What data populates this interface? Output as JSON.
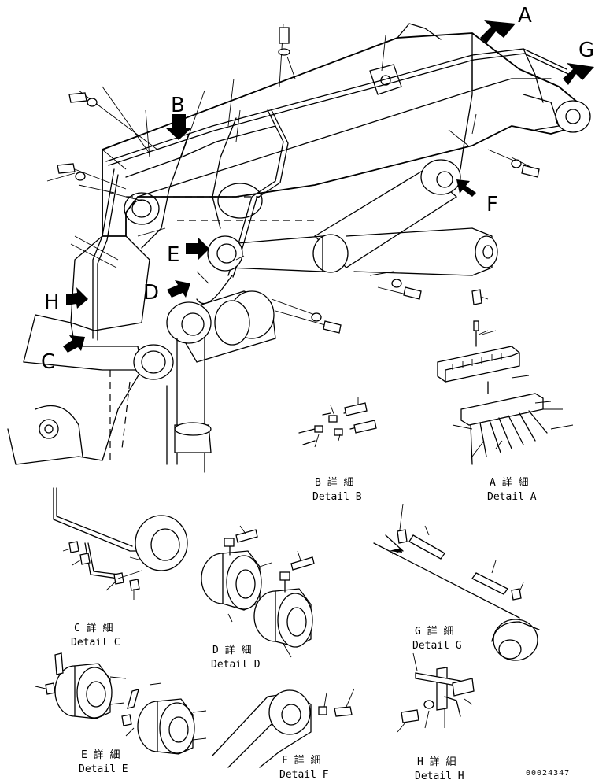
{
  "view_labels": {
    "A": "A",
    "B": "B",
    "C": "C",
    "D": "D",
    "E": "E",
    "F": "F",
    "G": "G",
    "H": "H"
  },
  "details": [
    {
      "key": "B",
      "caption_jp": "B 詳 細",
      "caption_en": "Detail B"
    },
    {
      "key": "A",
      "caption_jp": "A 詳 細",
      "caption_en": "Detail A"
    },
    {
      "key": "C",
      "caption_jp": "C 詳 細",
      "caption_en": "Detail C"
    },
    {
      "key": "D",
      "caption_jp": "D 詳 細",
      "caption_en": "Detail D"
    },
    {
      "key": "G",
      "caption_jp": "G 詳 細",
      "caption_en": "Detail G"
    },
    {
      "key": "E",
      "caption_jp": "E 詳 細",
      "caption_en": "Detail E"
    },
    {
      "key": "F",
      "caption_jp": "F 詳 細",
      "caption_en": "Detail F"
    },
    {
      "key": "H",
      "caption_jp": "H 詳 細",
      "caption_en": "Detail H"
    }
  ],
  "drawing_code": "00024347"
}
